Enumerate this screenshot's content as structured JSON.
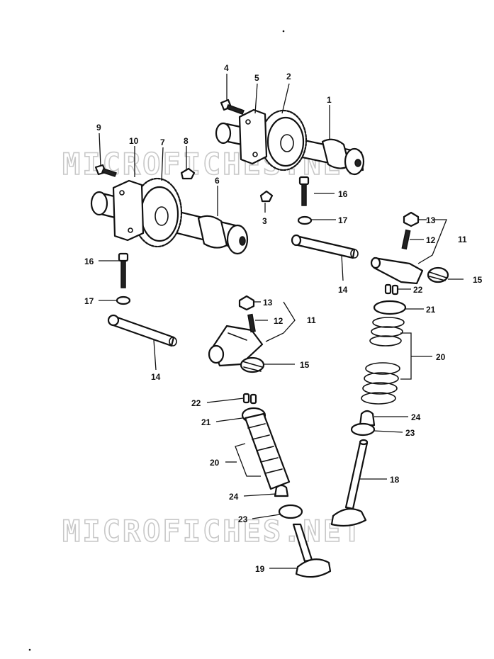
{
  "watermark": "MICROFICHES.NET",
  "labels": {
    "p1": "1",
    "p2": "2",
    "p3": "3",
    "p4": "4",
    "p5": "5",
    "p6": "6",
    "p7": "7",
    "p8": "8",
    "p9": "9",
    "p10": "10",
    "p11a": "11",
    "p11b": "11",
    "p12a": "12",
    "p12b": "12",
    "p13a": "13",
    "p13b": "13",
    "p14a": "14",
    "p14b": "14",
    "p15a": "15",
    "p15b": "15",
    "p16a": "16",
    "p16b": "16",
    "p17a": "17",
    "p17b": "17",
    "p18": "18",
    "p19": "19",
    "p20a": "20",
    "p20b": "20",
    "p21a": "21",
    "p21b": "21",
    "p22a": "22",
    "p22b": "22",
    "p23a": "23",
    "p23b": "23",
    "p24a": "24",
    "p24b": "24"
  }
}
